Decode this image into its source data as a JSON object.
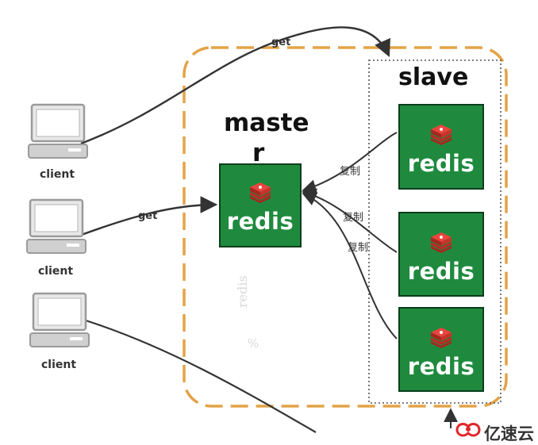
{
  "diagram": {
    "master_title_line1": "maste",
    "master_title_line2": "r",
    "slave_title": "slave",
    "node_label": "redis",
    "clients": [
      "client",
      "client",
      "client"
    ],
    "edge_labels": {
      "get_top": "get",
      "get_middle": "get",
      "replicate_1": "复制",
      "replicate_2": "复制",
      "replicate_3": "复制"
    },
    "faint_text_1": "redis",
    "faint_text_2": "%"
  },
  "watermark": {
    "text": "亿速云"
  },
  "colors": {
    "redis_green": "#1f8a3e",
    "redis_dark": "#0b3d1b",
    "master_dash": "#e3a347",
    "logo_red": "#d9302c",
    "arrow": "#333333",
    "watermark_red": "#e0262a"
  },
  "icons": [
    "laptop-icon",
    "redis-logo-icon",
    "yisu-cloud-logo-icon"
  ]
}
